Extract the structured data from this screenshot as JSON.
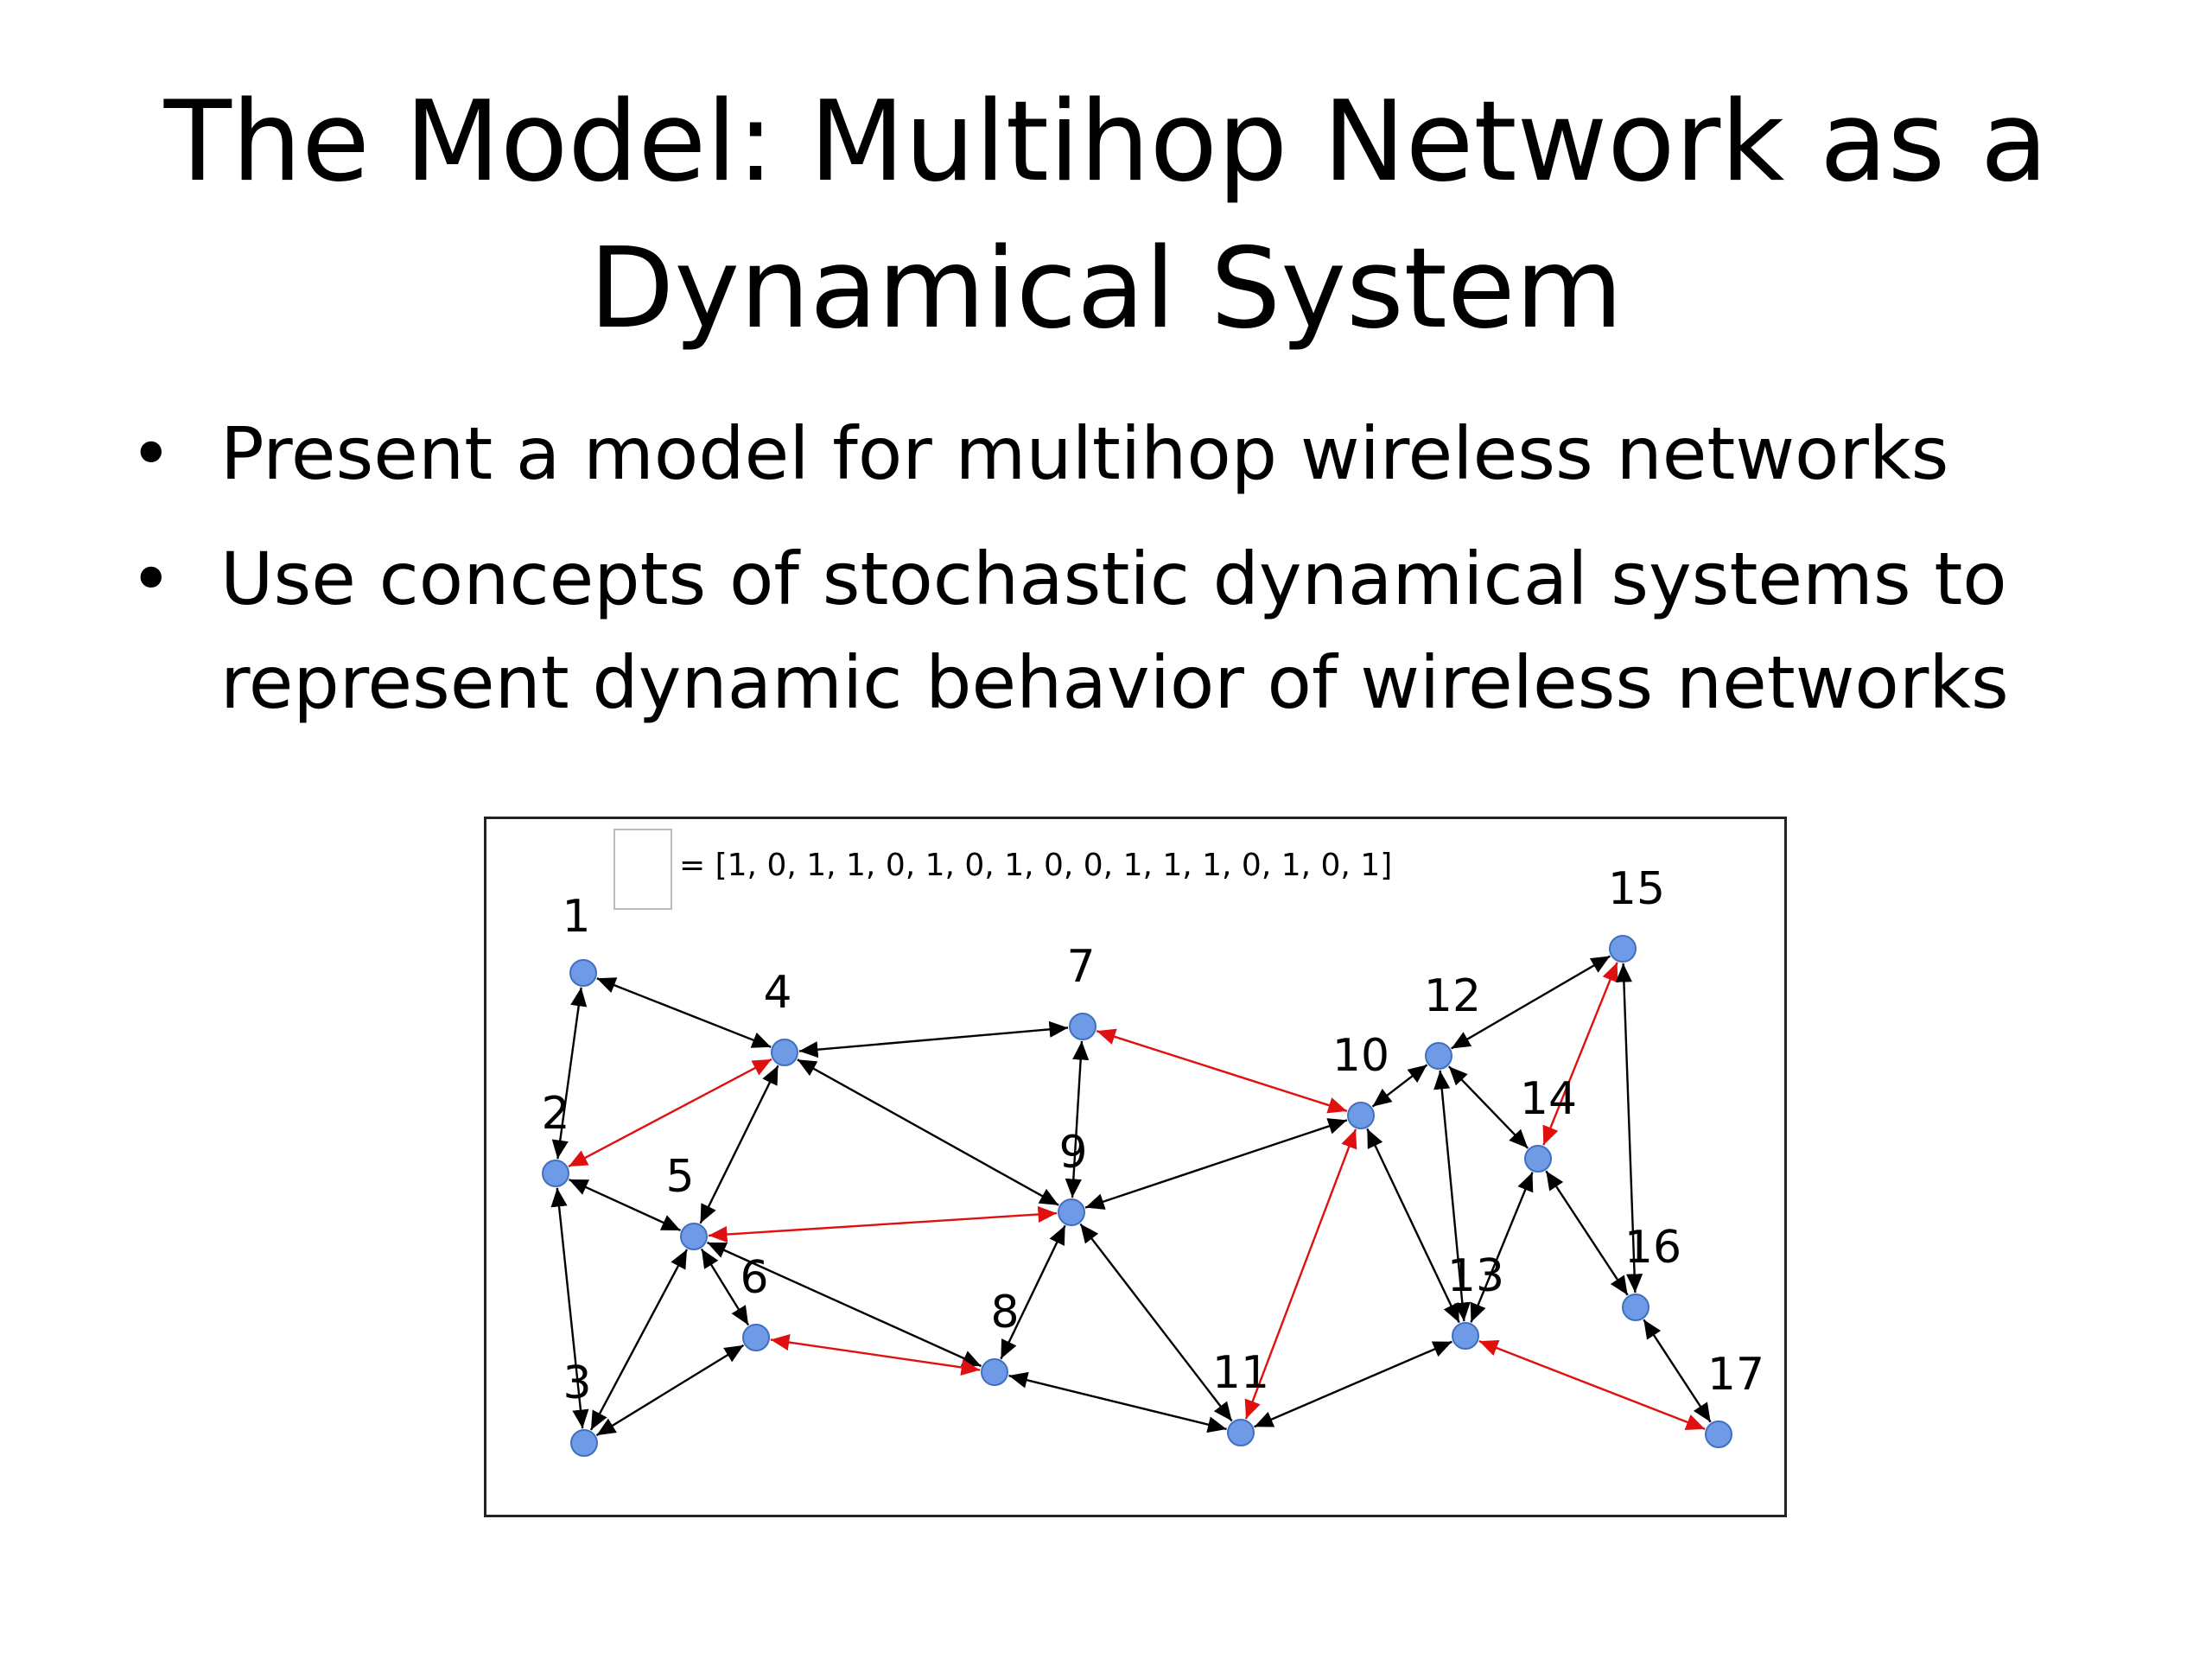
{
  "slide": {
    "title_line1": "The Model: Multihop Network as a",
    "title_line2": "Dynamical System",
    "bullets": [
      "Present a model for multihop wireless networks",
      "Use concepts of stochastic dynamical systems to represent dynamic behavior of wireless networks"
    ],
    "bullet_char": "•"
  },
  "figure": {
    "vector_label": "= [1, 0, 1, 1, 0, 1, 0, 1, 0, 0, 1, 1, 1, 0, 1, 0, 1]",
    "colors": {
      "node": "#6f9be6",
      "node_stroke": "#3f6fc0",
      "edge": "#000000",
      "active_edge": "#e01010"
    },
    "nodes": [
      {
        "id": "1"
      },
      {
        "id": "2"
      },
      {
        "id": "3"
      },
      {
        "id": "4"
      },
      {
        "id": "5"
      },
      {
        "id": "6"
      },
      {
        "id": "7"
      },
      {
        "id": "8"
      },
      {
        "id": "9"
      },
      {
        "id": "10"
      },
      {
        "id": "11"
      },
      {
        "id": "12"
      },
      {
        "id": "13"
      },
      {
        "id": "14"
      },
      {
        "id": "15"
      },
      {
        "id": "16"
      },
      {
        "id": "17"
      }
    ],
    "edges": [
      {
        "from": "1",
        "to": "4",
        "active": false
      },
      {
        "from": "1",
        "to": "2",
        "active": false
      },
      {
        "from": "2",
        "to": "4",
        "active": true
      },
      {
        "from": "2",
        "to": "5",
        "active": false
      },
      {
        "from": "2",
        "to": "3",
        "active": false
      },
      {
        "from": "3",
        "to": "5",
        "active": false
      },
      {
        "from": "3",
        "to": "6",
        "active": false
      },
      {
        "from": "4",
        "to": "7",
        "active": false
      },
      {
        "from": "4",
        "to": "5",
        "active": false
      },
      {
        "from": "4",
        "to": "9",
        "active": false
      },
      {
        "from": "5",
        "to": "9",
        "active": true
      },
      {
        "from": "5",
        "to": "6",
        "active": false
      },
      {
        "from": "5",
        "to": "8",
        "active": false
      },
      {
        "from": "6",
        "to": "8",
        "active": true
      },
      {
        "from": "7",
        "to": "9",
        "active": false
      },
      {
        "from": "7",
        "to": "10",
        "active": true
      },
      {
        "from": "8",
        "to": "9",
        "active": false
      },
      {
        "from": "8",
        "to": "11",
        "active": false
      },
      {
        "from": "9",
        "to": "10",
        "active": false
      },
      {
        "from": "9",
        "to": "11",
        "active": false
      },
      {
        "from": "10",
        "to": "11",
        "active": true
      },
      {
        "from": "10",
        "to": "12",
        "active": false
      },
      {
        "from": "10",
        "to": "13",
        "active": false
      },
      {
        "from": "11",
        "to": "13",
        "active": false
      },
      {
        "from": "12",
        "to": "15",
        "active": false
      },
      {
        "from": "12",
        "to": "14",
        "active": false
      },
      {
        "from": "12",
        "to": "13",
        "active": false
      },
      {
        "from": "13",
        "to": "14",
        "active": false
      },
      {
        "from": "13",
        "to": "17",
        "active": true
      },
      {
        "from": "14",
        "to": "15",
        "active": true
      },
      {
        "from": "14",
        "to": "16",
        "active": false
      },
      {
        "from": "15",
        "to": "16",
        "active": false
      },
      {
        "from": "16",
        "to": "17",
        "active": false
      }
    ]
  }
}
